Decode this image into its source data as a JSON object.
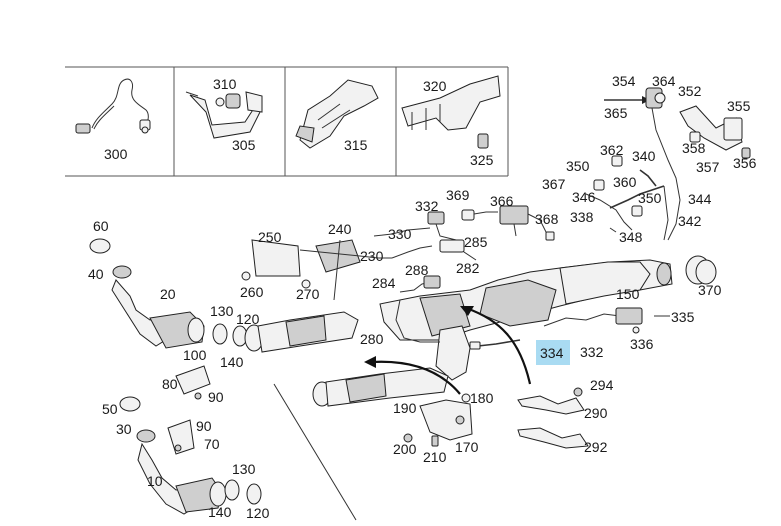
{
  "callouts": {
    "c300": "300",
    "c310": "310",
    "c305": "305",
    "c315": "315",
    "c320": "320",
    "c325": "325",
    "c354": "354",
    "c364": "364",
    "c352": "352",
    "c355": "355",
    "c365": "365",
    "c362": "362",
    "c340a": "340",
    "c358": "358",
    "c356": "356",
    "c357": "357",
    "c350a": "350",
    "c360": "360",
    "c367": "367",
    "c346": "346",
    "c350b": "350",
    "c344": "344",
    "c369": "369",
    "c332a": "332",
    "c366": "366",
    "c368": "368",
    "c338": "338",
    "c342": "342",
    "c348": "348",
    "c60": "60",
    "c40": "40",
    "c20": "20",
    "c250": "250",
    "c240": "240",
    "c230": "230",
    "c330": "330",
    "c285": "285",
    "c260": "260",
    "c270": "270",
    "c288": "288",
    "c282": "282",
    "c284": "284",
    "c280": "280",
    "c150": "150",
    "c370": "370",
    "c335": "335",
    "c334": "334",
    "c332b": "332",
    "c336": "336",
    "c130a": "130",
    "c120a": "120",
    "c100": "100",
    "c140a": "140",
    "c80": "80",
    "c90a": "90",
    "c50": "50",
    "c30": "30",
    "c90b": "90",
    "c70": "70",
    "c10": "10",
    "c130b": "130",
    "c140b": "140",
    "c120b": "120",
    "c190": "190",
    "c180": "180",
    "c200": "200",
    "c210": "210",
    "c170": "170",
    "c294": "294",
    "c290": "290",
    "c292": "292"
  },
  "highlight": {
    "part": "334",
    "color": "#a9dbf2"
  },
  "colors": {
    "line": "#222222",
    "part_fill": "#f2f2f2",
    "part_shade": "#cfcfcf"
  }
}
